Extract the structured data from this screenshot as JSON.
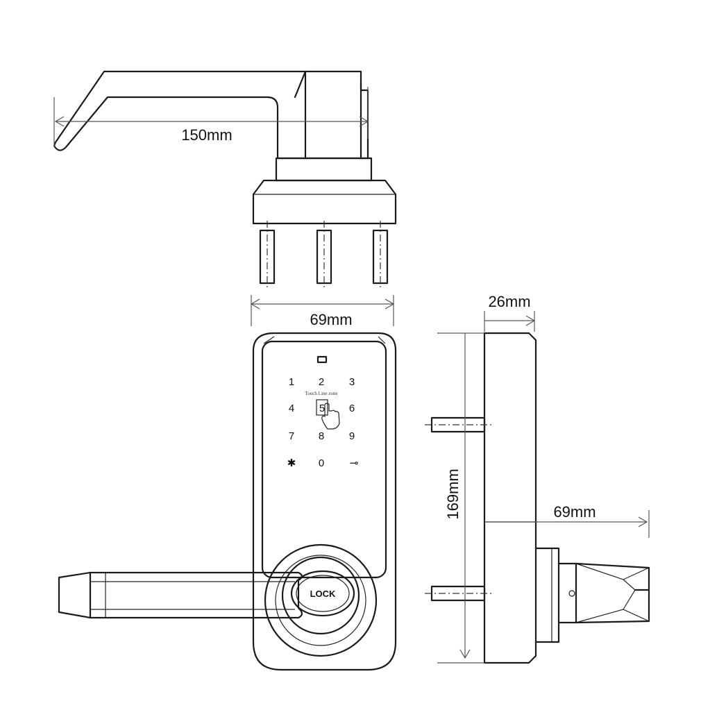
{
  "dimensions": {
    "handle_length": "150mm",
    "pin_spacing": "69mm",
    "thickness": "26mm",
    "height": "169mm",
    "depth": "69mm"
  },
  "keypad": {
    "keys": [
      "1",
      "2",
      "3",
      "4",
      "5",
      "6",
      "7",
      "8",
      "9",
      "✱",
      "0",
      "⊸"
    ],
    "hint_text": "Touch Line zone",
    "lock_label": "LOCK"
  }
}
